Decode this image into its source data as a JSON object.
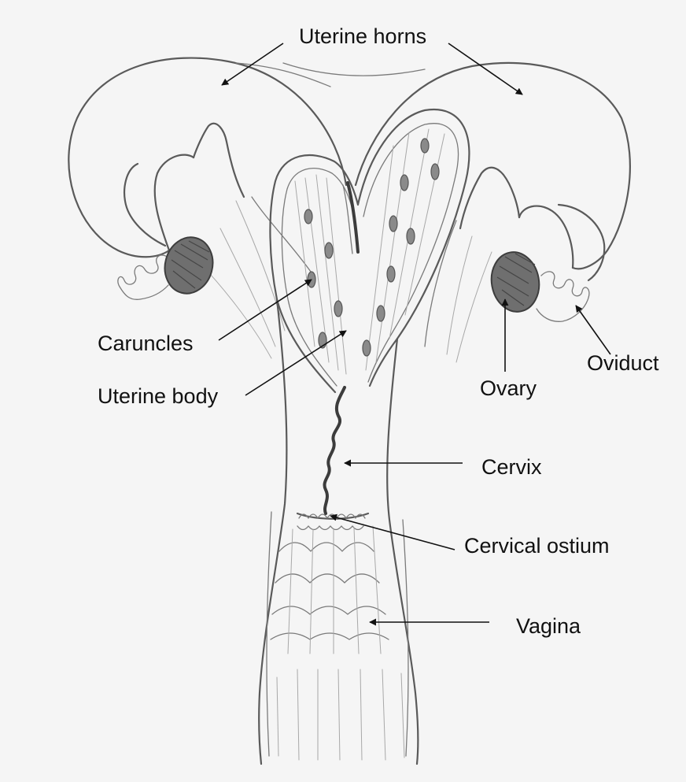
{
  "labels": {
    "uterine_horns": "Uterine horns",
    "caruncles": "Caruncles",
    "uterine_body": "Uterine body",
    "ovary": "Ovary",
    "oviduct": "Oviduct",
    "cervix": "Cervix",
    "cervical_ostium": "Cervical ostium",
    "vagina": "Vagina"
  },
  "colors": {
    "background": "#f5f5f5",
    "pencil": "#5a5a5a",
    "label_text": "#111111",
    "arrow": "#111111"
  }
}
